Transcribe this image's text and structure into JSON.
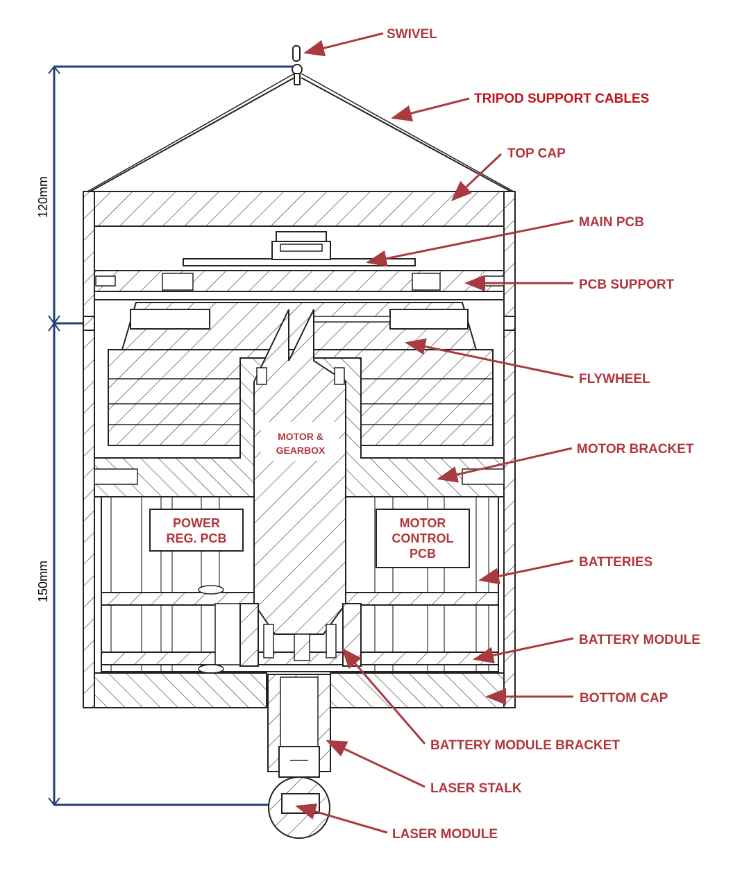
{
  "colors": {
    "label": "#b0363c",
    "label_emphasis": "#c0121c",
    "dimension": "#1f3f7a",
    "drawing": "#222222",
    "arrow": "#a83a40"
  },
  "labels": {
    "swivel": "SWIVEL",
    "tripod_support_cables": "TRIPOD SUPPORT CABLES",
    "top_cap": "TOP CAP",
    "main_pcb": "MAIN PCB",
    "pcb_support": "PCB SUPPORT",
    "flywheel": "FLYWHEEL",
    "motor_bracket": "MOTOR BRACKET",
    "batteries": "BATTERIES",
    "battery_module": "BATTERY MODULE",
    "bottom_cap": "BOTTOM CAP",
    "battery_module_bracket": "BATTERY MODULE BRACKET",
    "laser_stalk": "LASER STALK",
    "laser_module": "LASER MODULE"
  },
  "inner_labels": {
    "motor_gearbox": [
      "MOTOR &",
      "GEARBOX"
    ],
    "power_reg_pcb": [
      "POWER",
      "REG. PCB"
    ],
    "motor_control_pcb": [
      "MOTOR",
      "CONTROL",
      "PCB"
    ]
  },
  "dimensions": {
    "upper": "120mm",
    "lower": "150mm"
  }
}
